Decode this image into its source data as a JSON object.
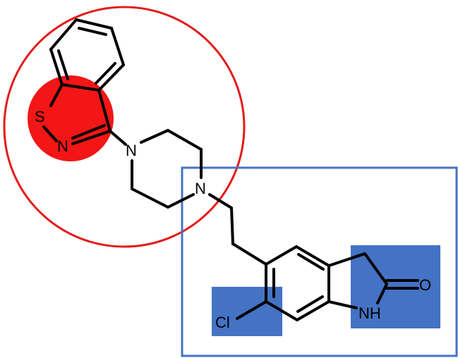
{
  "colors": {
    "circle_stroke": "#e31b1b",
    "circle_fill_highlight": "#f21616",
    "box_stroke": "#4472c4",
    "box_fill_highlight": "#4472c4",
    "bond": "#000000"
  },
  "atoms": {
    "sulfur": "S",
    "nitrogen_isothiazole": "N",
    "nitrogen_piperazine_1": "N",
    "nitrogen_piperazine_2": "N",
    "chlorine": "Cl",
    "nitrogen_amide": "NH",
    "oxygen": "O"
  }
}
